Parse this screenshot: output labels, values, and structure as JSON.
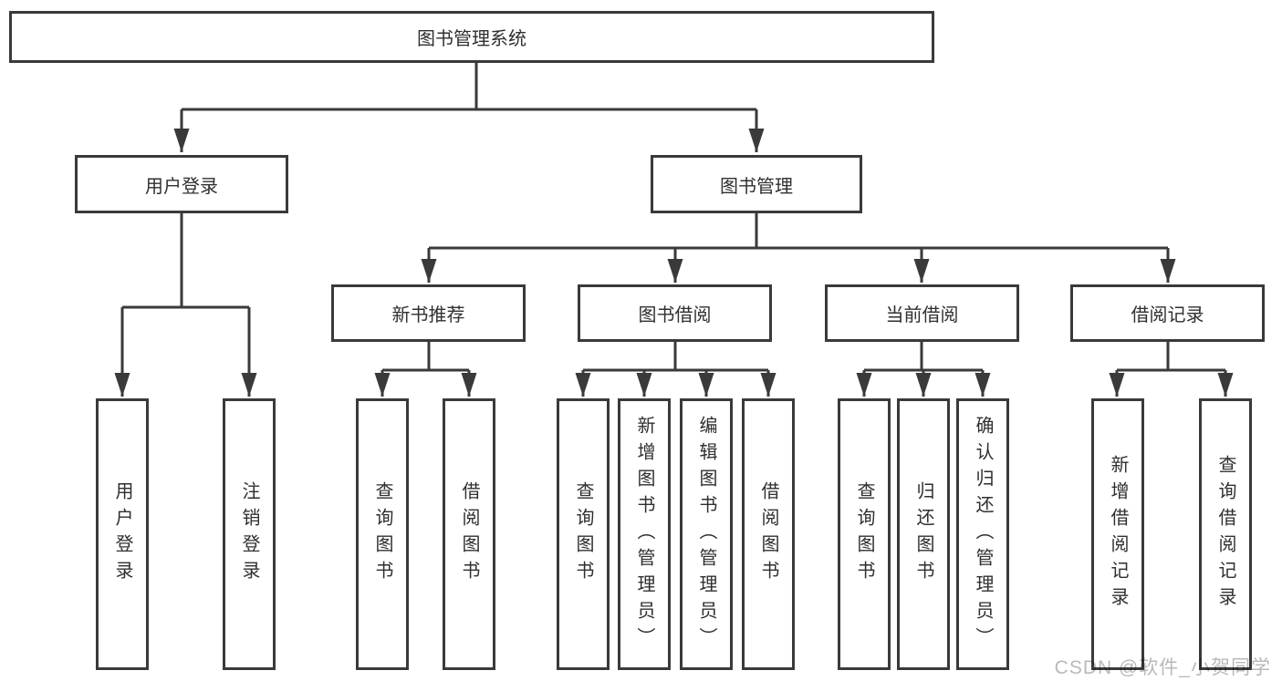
{
  "diagram": {
    "root": {
      "label": "图书管理系统"
    },
    "level2": [
      {
        "label": "用户登录"
      },
      {
        "label": "图书管理"
      }
    ],
    "level3": [
      {
        "label": "新书推荐"
      },
      {
        "label": "图书借阅"
      },
      {
        "label": "当前借阅"
      },
      {
        "label": "借阅记录"
      }
    ],
    "leaves": [
      {
        "label": "用户登录"
      },
      {
        "label": "注销登录"
      },
      {
        "label": "查询图书"
      },
      {
        "label": "借阅图书"
      },
      {
        "label": "查询图书"
      },
      {
        "label": "新增图书（管理员）"
      },
      {
        "label": "编辑图书（管理员）"
      },
      {
        "label": "借阅图书"
      },
      {
        "label": "查询图书"
      },
      {
        "label": "归还图书"
      },
      {
        "label": "确认归还（管理员）"
      },
      {
        "label": "新增借阅记录"
      },
      {
        "label": "查询借阅记录"
      }
    ],
    "colors": {
      "line": "#3a3a3a",
      "text": "#2f2f2f",
      "watermark": "#b9b9b9",
      "background": "#ffffff"
    },
    "watermark": "CSDN @软件_小贺同学"
  }
}
